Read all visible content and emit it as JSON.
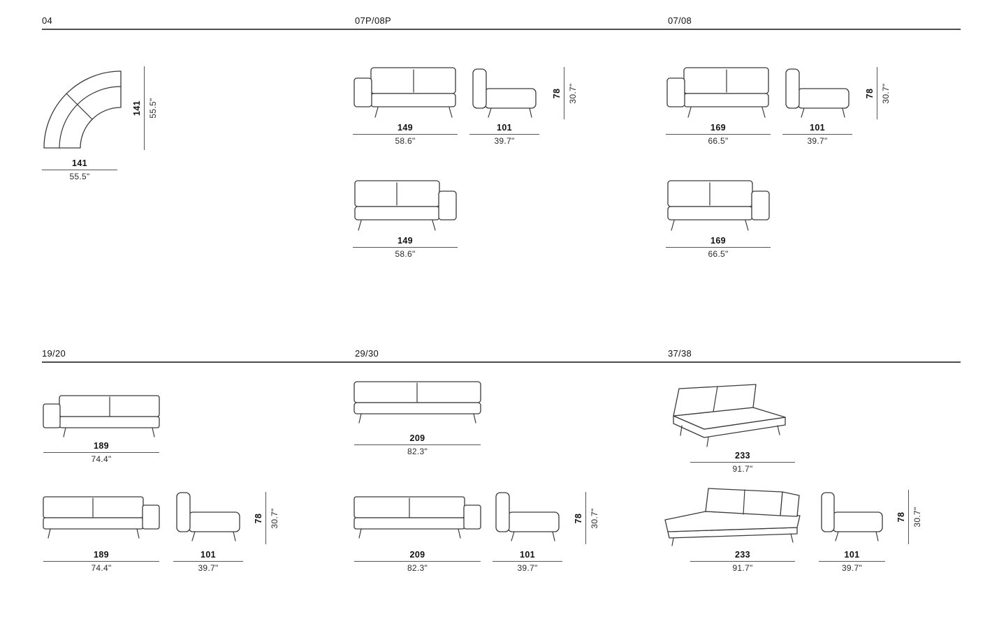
{
  "page": {
    "background": "#ffffff",
    "line_color": "#3a3a3a",
    "rule_color": "#4d4d4d",
    "text_color": "#111111"
  },
  "sections": [
    {
      "label": "04",
      "drawings": [
        {
          "name": "corner-module-top-view",
          "width_cm": "141",
          "width_in": "55.5\"",
          "height_cm": "141",
          "height_in": "55.5\""
        }
      ]
    },
    {
      "label": "07P/08P",
      "drawings": [
        {
          "name": "sofa-left-arm-front-view",
          "width_cm": "149",
          "width_in": "58.6\""
        },
        {
          "name": "sofa-side-view",
          "width_cm": "101",
          "width_in": "39.7\"",
          "height_cm": "78",
          "height_in": "30.7\""
        },
        {
          "name": "sofa-right-arm-front-view",
          "width_cm": "149",
          "width_in": "58.6\""
        }
      ]
    },
    {
      "label": "07/08",
      "drawings": [
        {
          "name": "sofa-left-arm-front-view",
          "width_cm": "169",
          "width_in": "66.5\""
        },
        {
          "name": "sofa-side-view",
          "width_cm": "101",
          "width_in": "39.7\"",
          "height_cm": "78",
          "height_in": "30.7\""
        },
        {
          "name": "sofa-right-arm-front-view",
          "width_cm": "169",
          "width_in": "66.5\""
        }
      ]
    },
    {
      "label": "19/20",
      "drawings": [
        {
          "name": "sofa-left-arm-front-view",
          "width_cm": "189",
          "width_in": "74.4\""
        },
        {
          "name": "sofa-right-arm-front-view",
          "width_cm": "189",
          "width_in": "74.4\""
        },
        {
          "name": "sofa-side-view",
          "width_cm": "101",
          "width_in": "39.7\"",
          "height_cm": "78",
          "height_in": "30.7\""
        }
      ]
    },
    {
      "label": "29/30",
      "drawings": [
        {
          "name": "sofa-armless-front-view",
          "width_cm": "209",
          "width_in": "82.3\""
        },
        {
          "name": "sofa-right-arm-front-view",
          "width_cm": "209",
          "width_in": "82.3\""
        },
        {
          "name": "sofa-side-view",
          "width_cm": "101",
          "width_in": "39.7\"",
          "height_cm": "78",
          "height_in": "30.7\""
        }
      ]
    },
    {
      "label": "37/38",
      "drawings": [
        {
          "name": "chaise-module-perspective-view",
          "width_cm": "233",
          "width_in": "91.7\""
        },
        {
          "name": "chaise-module-perspective-view-2",
          "width_cm": "233",
          "width_in": "91.7\""
        },
        {
          "name": "sofa-side-view",
          "width_cm": "101",
          "width_in": "39.7\"",
          "height_cm": "78",
          "height_in": "30.7\""
        }
      ]
    }
  ]
}
